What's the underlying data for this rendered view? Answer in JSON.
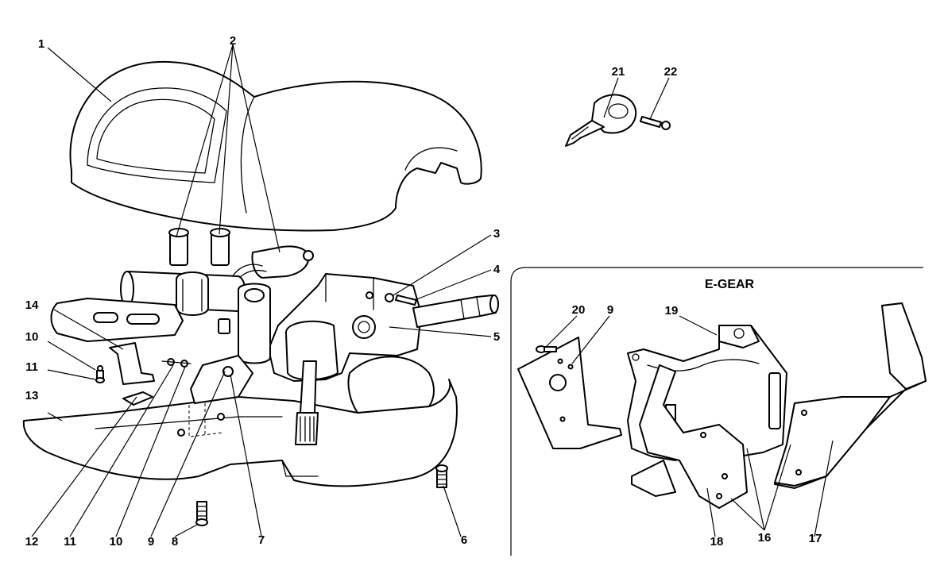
{
  "callouts": {
    "c1": "1",
    "c2": "2",
    "c3": "3",
    "c4": "4",
    "c5": "5",
    "c6": "6",
    "c7": "7",
    "c8": "8",
    "c9a": "9",
    "c9b": "9",
    "c10a": "10",
    "c10b": "10",
    "c11a": "11",
    "c11b": "11",
    "c12": "12",
    "c13": "13",
    "c14": "14",
    "c16": "16",
    "c17": "17",
    "c18": "18",
    "c19": "19",
    "c20": "20",
    "c21": "21",
    "c22": "22"
  },
  "inset": {
    "title": "E-GEAR"
  }
}
